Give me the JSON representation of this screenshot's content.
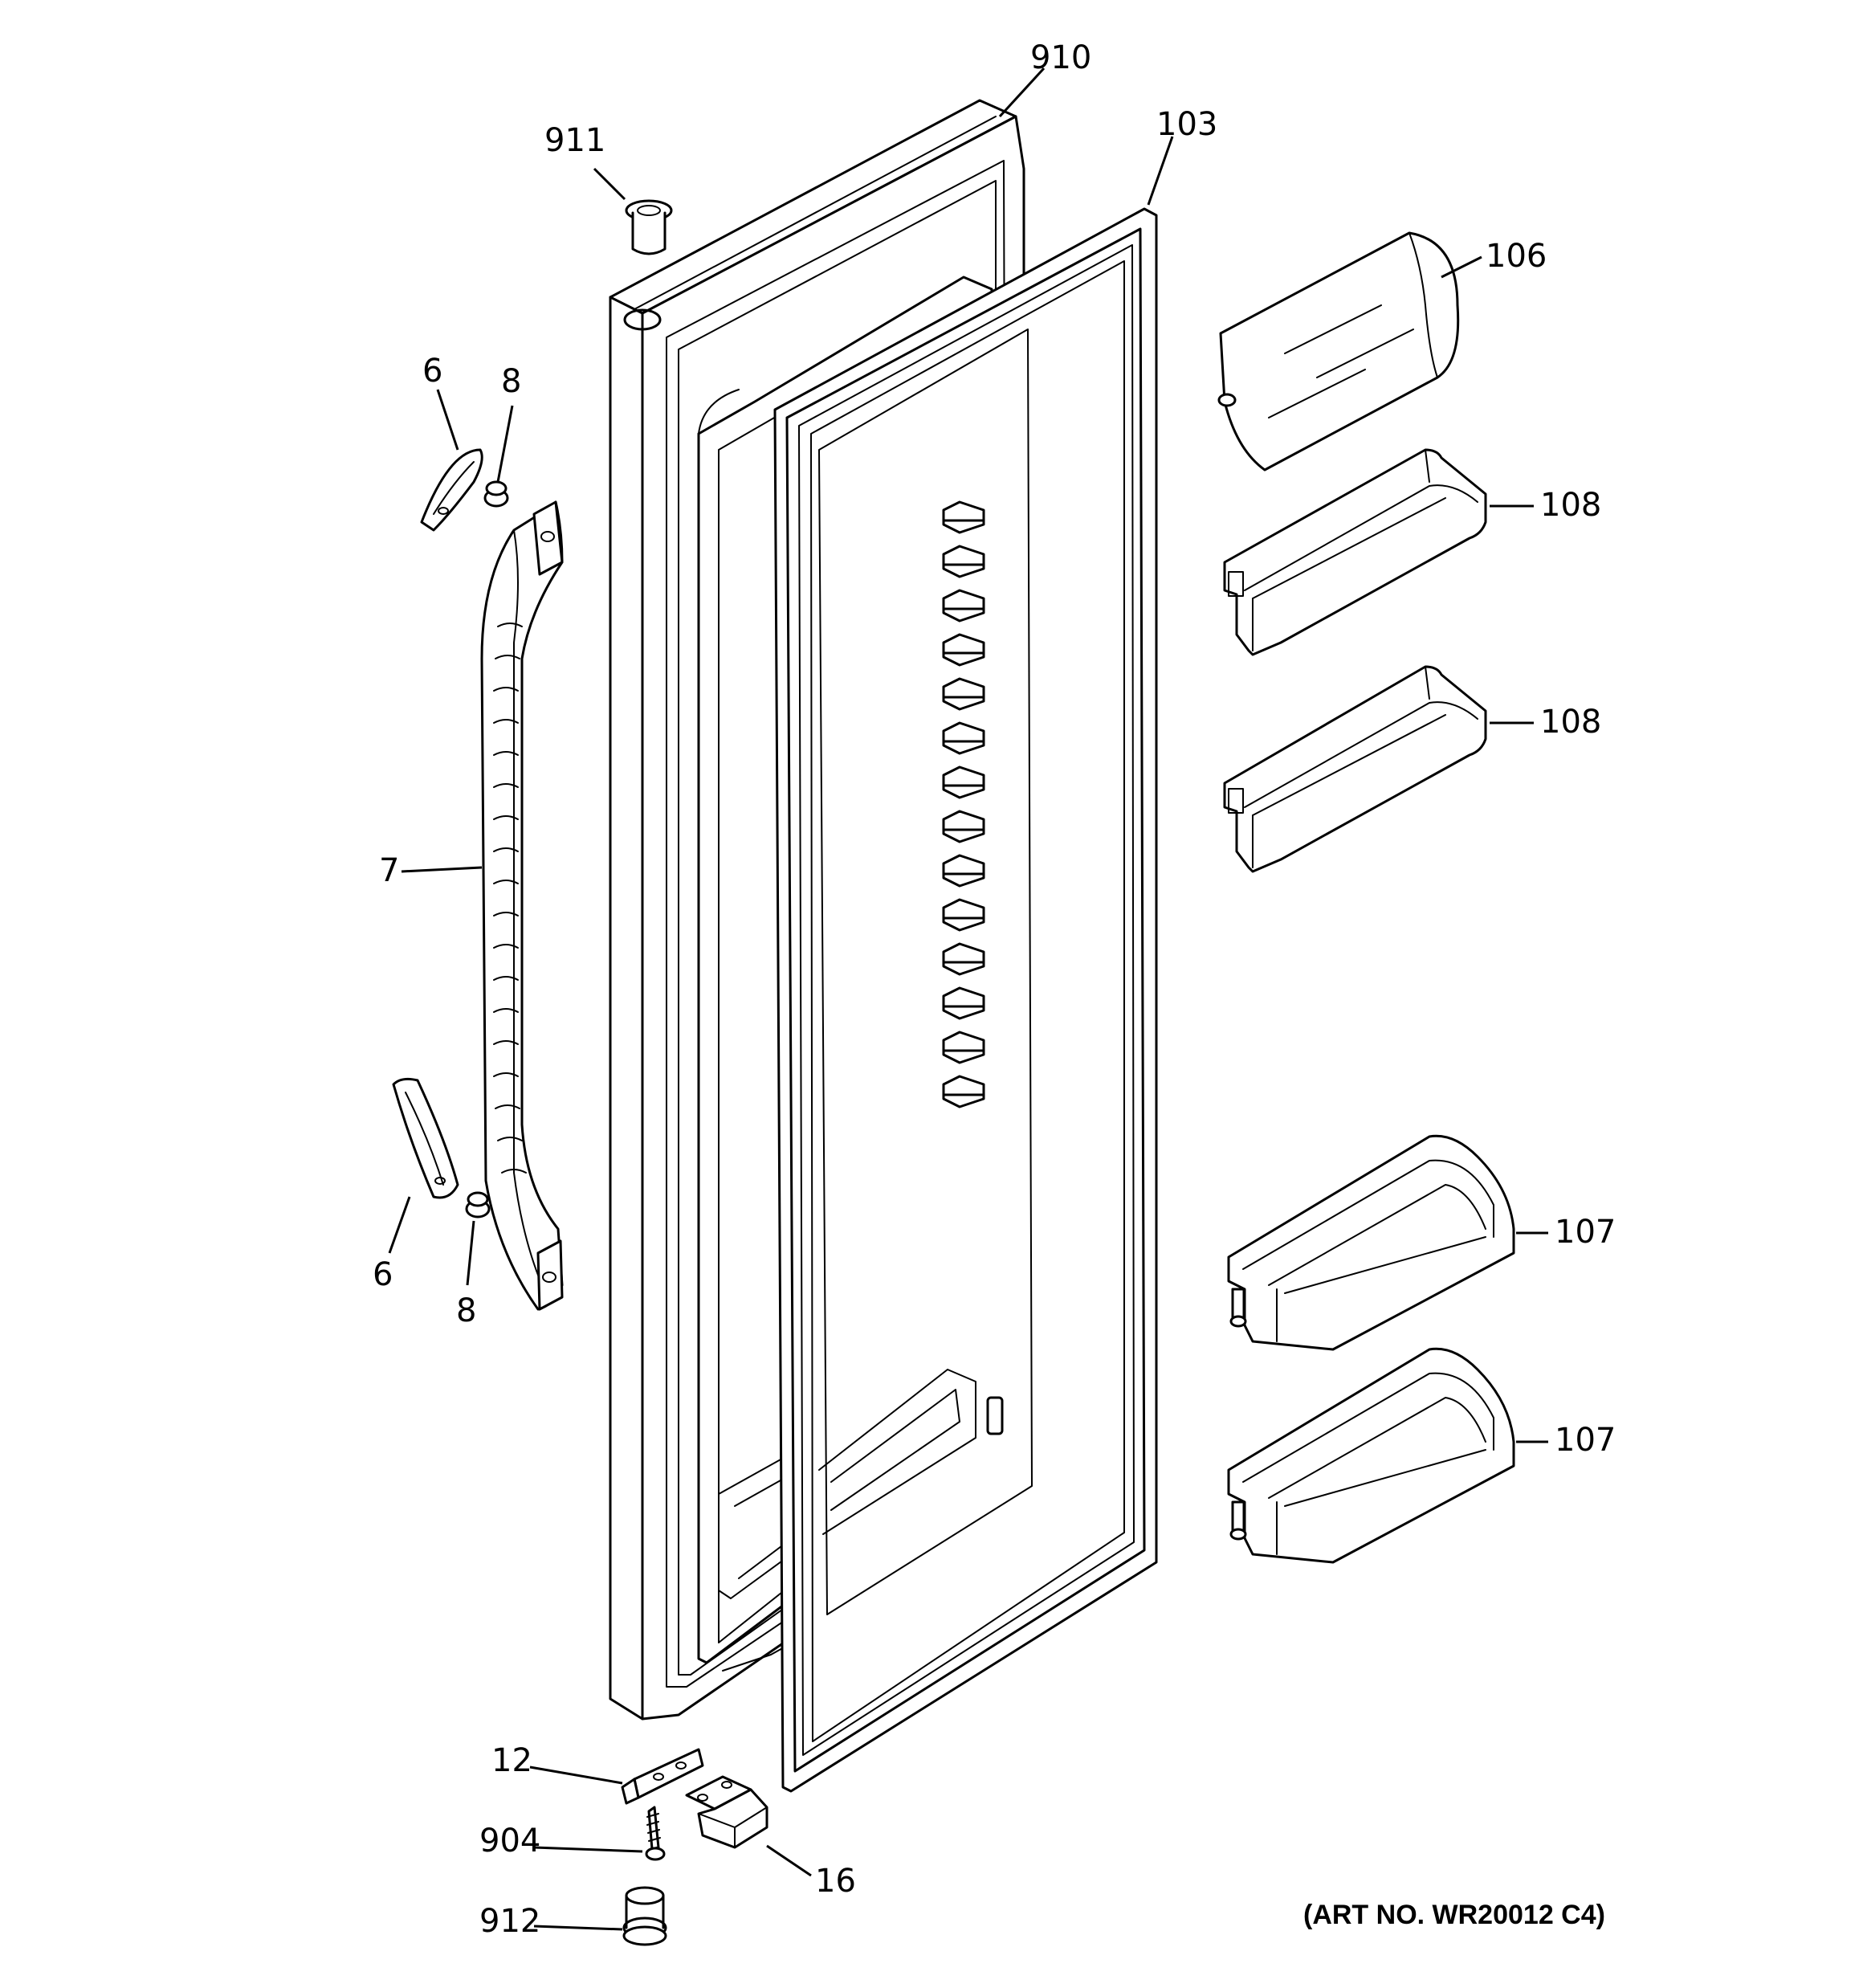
{
  "diagram": {
    "art_number": "(ART NO. WR20012 C4)",
    "callouts": {
      "door": "910",
      "gasket": "103",
      "hinge_bushing_top": "911",
      "dairy_door": "106",
      "shelf_bin_upper": "108",
      "shelf_bin_lower": "108",
      "bottle_bin_upper": "107",
      "bottle_bin_lower": "107",
      "handle_cap_top": "6",
      "handle_screw_top": "8",
      "handle": "7",
      "handle_cap_bottom": "6",
      "handle_screw_bottom": "8",
      "stop": "12",
      "screw": "904",
      "hinge_bushing_bottom": "912",
      "bottom_hinge": "16"
    }
  }
}
